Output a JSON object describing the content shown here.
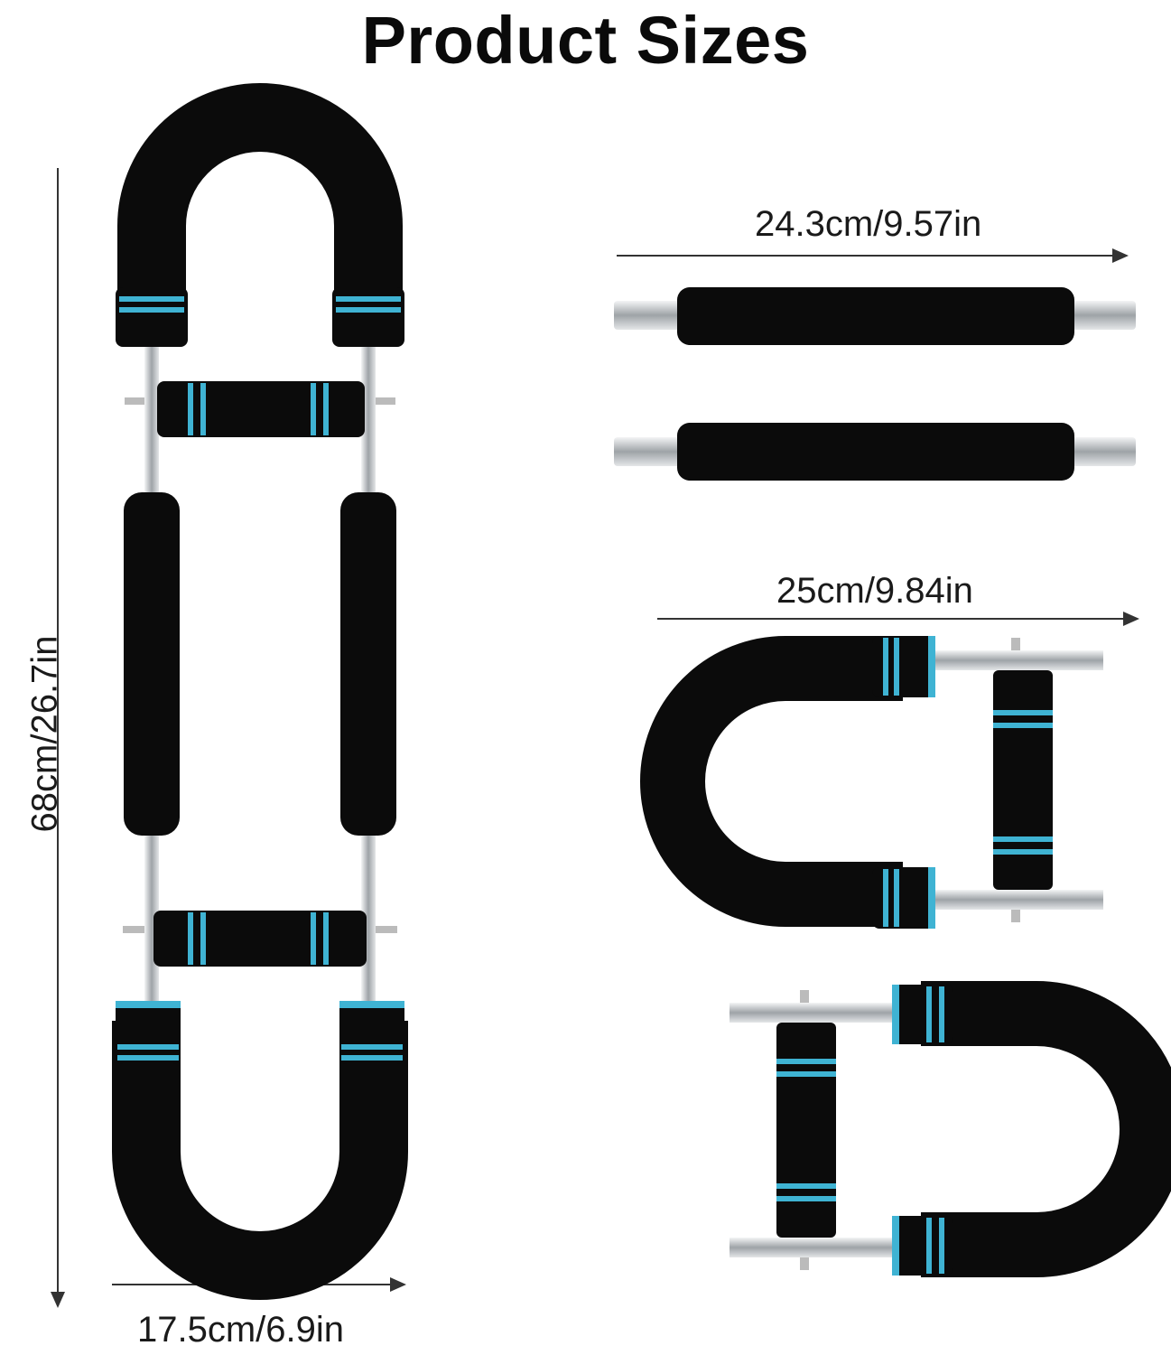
{
  "title": "Product Sizes",
  "dimensions": {
    "bar_length": "24.3cm/9.57in",
    "u_handle_length": "25cm/9.84in",
    "total_height": "68cm/26.7in",
    "total_width": "17.5cm/6.9in"
  },
  "colors": {
    "foam": "#0b0b0b",
    "accent_ring": "#3fb3d3",
    "steel": "#c8cccf",
    "dimension_line": "#333333",
    "text": "#1a1a1a"
  },
  "icons": [
    "dimension-arrow-icon",
    "wrist-exerciser-assembled",
    "foam-bar",
    "u-handle"
  ]
}
